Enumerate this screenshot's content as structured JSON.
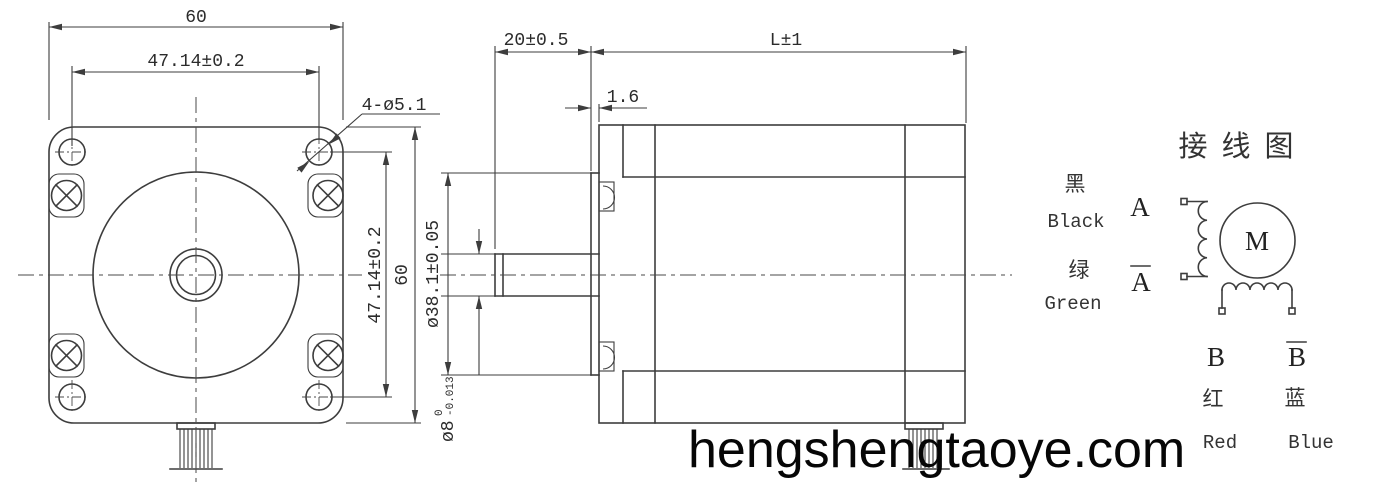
{
  "page": {
    "background": "#ffffff",
    "line_color": "#3d3d3d",
    "text_color": "#2b2b2b",
    "watermark_color": "#060606"
  },
  "front_view": {
    "dim_width_top": "60",
    "dim_hole_spacing_top": "47.14±0.2",
    "mounting_holes_label": "4-ø5.1",
    "dim_hole_spacing_right": "47.14±0.2",
    "dim_height_right": "60"
  },
  "side_view": {
    "dim_shaft_length": "20±0.5",
    "dim_body_length": "L±1",
    "dim_pilot_height": "1.6",
    "dim_pilot_diameter": "ø38.1±0.05",
    "dim_shaft_diameter": "ø8",
    "dim_shaft_tolerance_upper": "0",
    "dim_shaft_tolerance_lower": "-0.013"
  },
  "wiring_diagram": {
    "title": "接线图",
    "motor_symbol": "M",
    "phase_a": {
      "terminal": "A",
      "wire_cn": "黑",
      "wire_en": "Black"
    },
    "phase_a_bar": {
      "terminal": "A",
      "wire_cn": "绿",
      "wire_en": "Green"
    },
    "phase_b": {
      "terminal": "B",
      "wire_cn": "红",
      "wire_en": "Red"
    },
    "phase_b_bar": {
      "terminal": "B",
      "wire_cn": "蓝",
      "wire_en": "Blue"
    }
  },
  "watermark": {
    "text": "hengshengtaoye.com"
  }
}
